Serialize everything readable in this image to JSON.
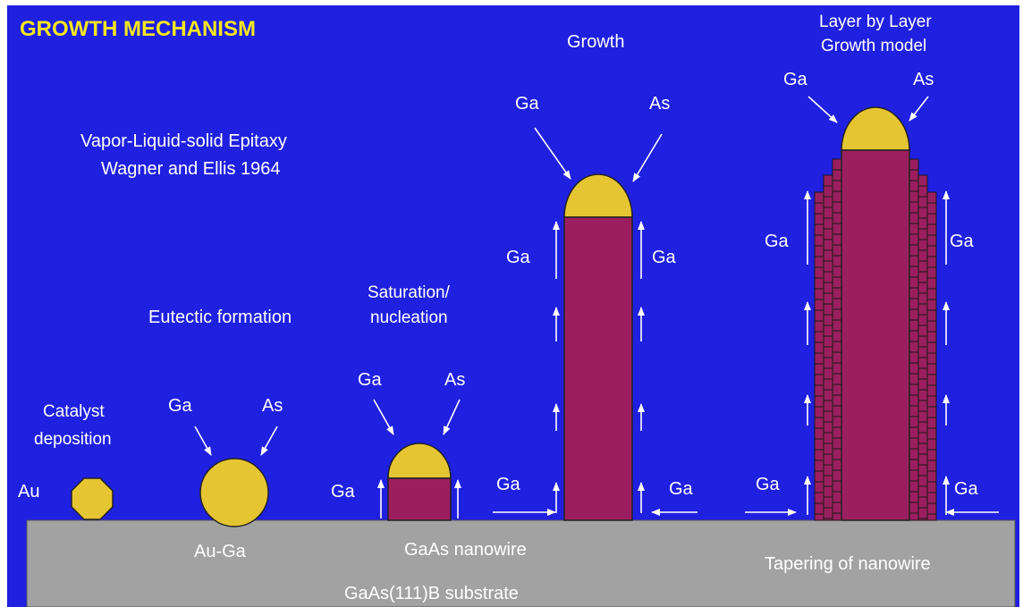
{
  "title": "GROWTH MECHANISM",
  "subtitle": {
    "line1": "Vapor-Liquid-solid Epitaxy",
    "line2": "Wagner and Ellis 1964"
  },
  "stages": {
    "catalyst": {
      "line1": "Catalyst",
      "line2": "deposition",
      "element": "Au"
    },
    "eutectic": {
      "title": "Eutectic formation",
      "label_left": "Ga",
      "label_right": "As",
      "caption": "Au-Ga"
    },
    "nucleation": {
      "line1": "Saturation/",
      "line2": "nucleation",
      "label_left": "Ga",
      "label_right": "As",
      "side_label": "Ga"
    },
    "growth": {
      "title": "Growth",
      "label_left": "Ga",
      "label_right": "As",
      "side_left": "Ga",
      "side_right": "Ga",
      "bottom_left": "Ga",
      "bottom_right": "Ga",
      "caption": "GaAs nanowire"
    },
    "layer": {
      "line1": "Layer by Layer",
      "line2": "Growth model",
      "label_left": "Ga",
      "label_right": "As",
      "side_left": "Ga",
      "side_right": "Ga",
      "bottom_left": "Ga",
      "bottom_right": "Ga",
      "caption": "Tapering of  nanowire"
    }
  },
  "substrate_label": "GaAs(111)B substrate",
  "colors": {
    "background": "#1f20e0",
    "substrate": "#a2a2a2",
    "gold": "#e6c532",
    "wire": "#9b1f5e",
    "title": "#f5e81e",
    "text": "#ffffff"
  }
}
